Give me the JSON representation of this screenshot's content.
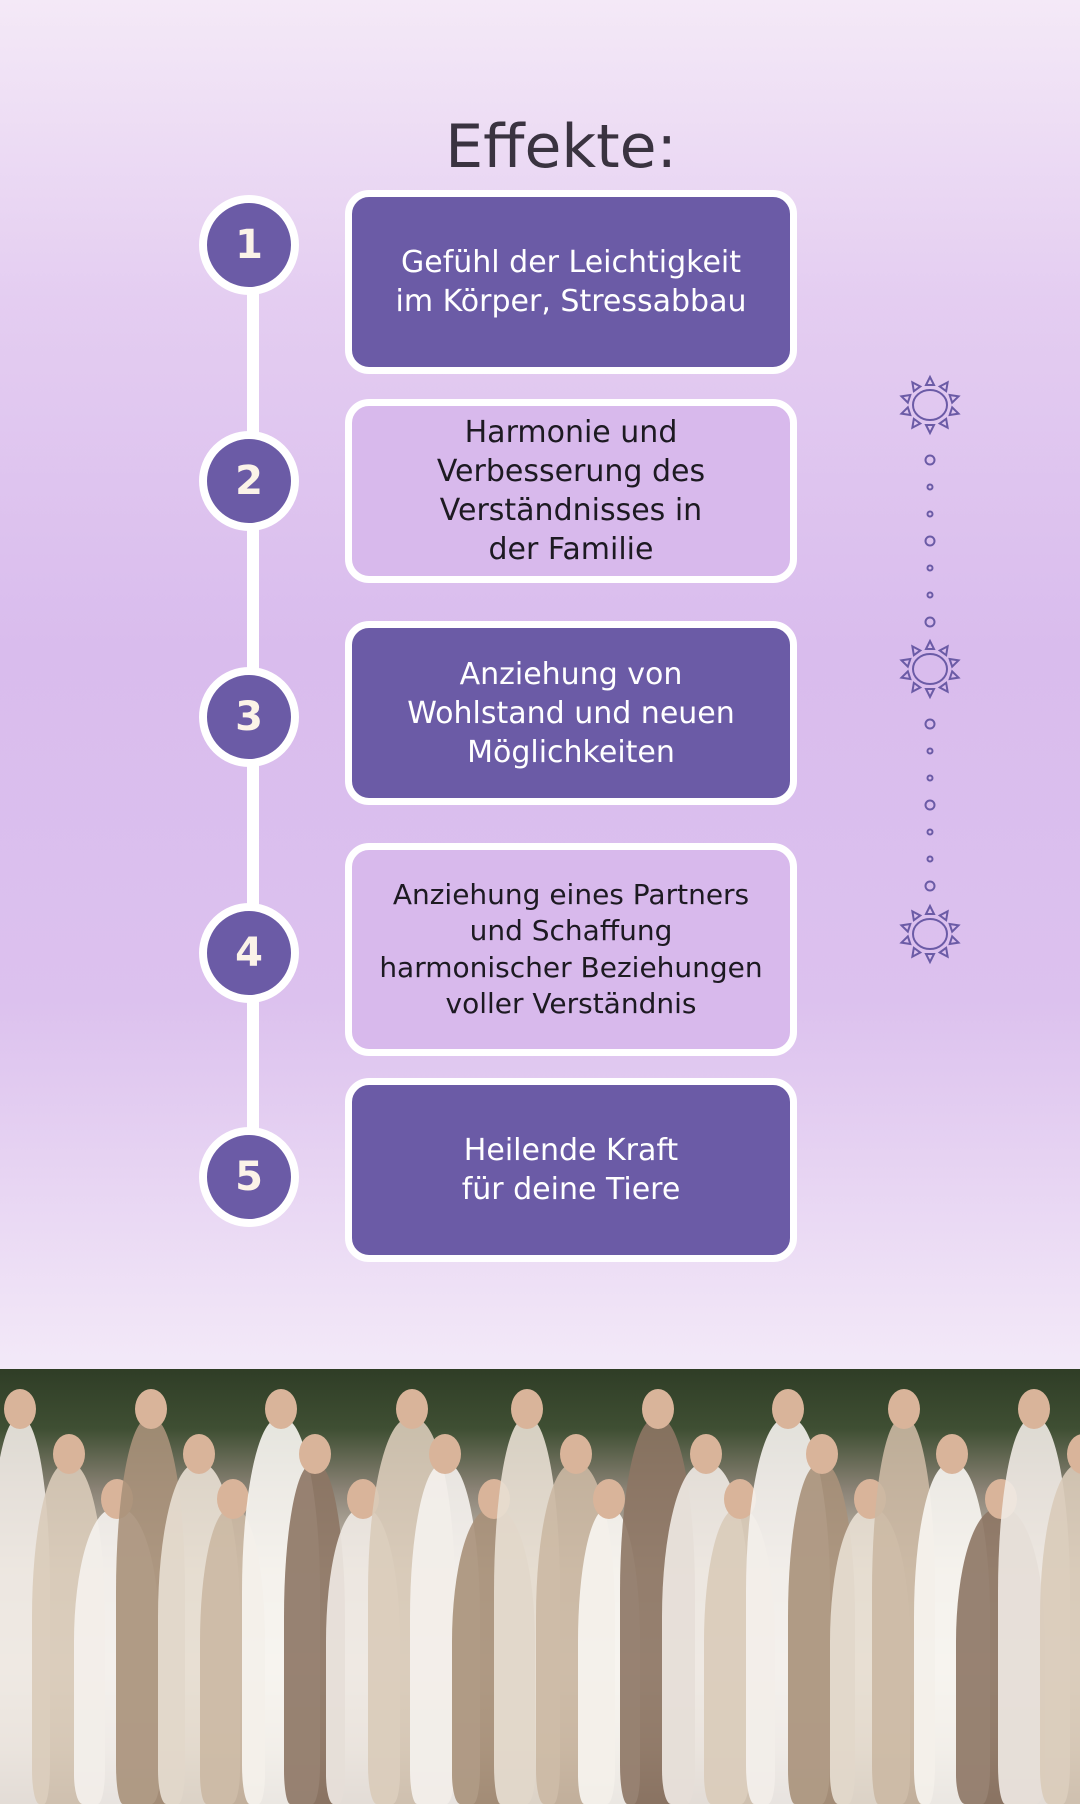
{
  "title": "Effekte:",
  "items": [
    {
      "number": "1",
      "text": "Gefühl der Leichtigkeit\nim Körper, Stressabbau",
      "style": "dark"
    },
    {
      "number": "2",
      "text": "Harmonie und\nVerbesserung des\nVerständnisses in\nder Familie",
      "style": "light"
    },
    {
      "number": "3",
      "text": "Anziehung von\nWohlstand und neuen\nMöglichkeiten",
      "style": "dark"
    },
    {
      "number": "4",
      "text": "Anziehung eines Partners\nund Schaffung\nharmonischer Beziehungen\nvoller Verständnis",
      "style": "light"
    },
    {
      "number": "5",
      "text": "Heilende Kraft\nfür deine Tiere",
      "style": "dark"
    }
  ],
  "colors": {
    "accent": "#6b5ba6",
    "light": "#d8b9ec",
    "number_text": "#fbf3e8"
  },
  "decoration_icons": [
    "sun-icon",
    "dot-icon"
  ]
}
